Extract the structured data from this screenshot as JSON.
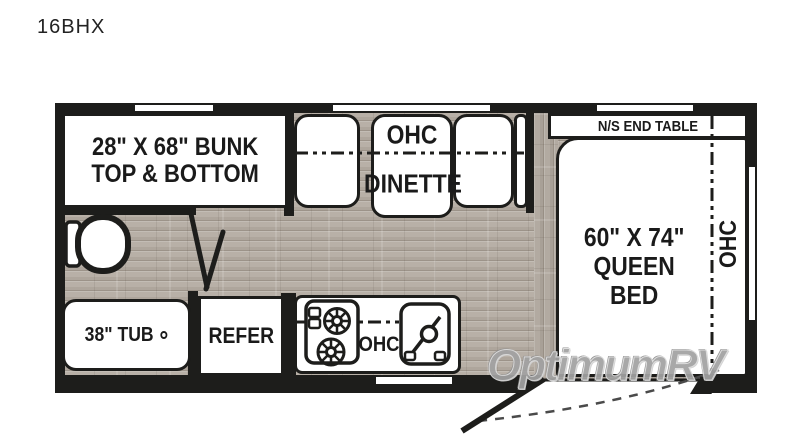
{
  "title": "16BHX",
  "plan": {
    "bunk": {
      "line1": "28\" X 68\" BUNK",
      "line2": "TOP & BOTTOM"
    },
    "dinette": {
      "ohc": "OHC",
      "name": "DINETTE"
    },
    "bedroom": {
      "end_table": "N/S END TABLE",
      "size": "60\" X 74\"",
      "type_line1": "QUEEN",
      "type_line2": "BED",
      "ohc": "OHC"
    },
    "bath": {
      "tub": "38\" TUB"
    },
    "kitchen": {
      "refer": "REFER",
      "ohc": "OHC"
    }
  },
  "watermark": "OptimumRV",
  "colors": {
    "wall": "#1d1d1b",
    "ink": "#1a1a1a",
    "floor": "#b8b0a7",
    "fixture_fill": "#ffffff",
    "watermark": "#a2a2a2",
    "swing_arc": "#4a4a4a"
  },
  "icons": {
    "toilet": "toilet-icon: top-view bowl with tank, black outline",
    "stove": "stove-burners-icon: two spoked burner circles with control knobs",
    "sink": "sink-icon: rounded basin with faucet lever",
    "bath_door": "bath-door-icon: angled open door wedge",
    "entry_door": "entry-door-swing-icon: open door slab with dashed swing arc",
    "door_marker": "door-marker-triangle: solid black triangle at entry"
  }
}
